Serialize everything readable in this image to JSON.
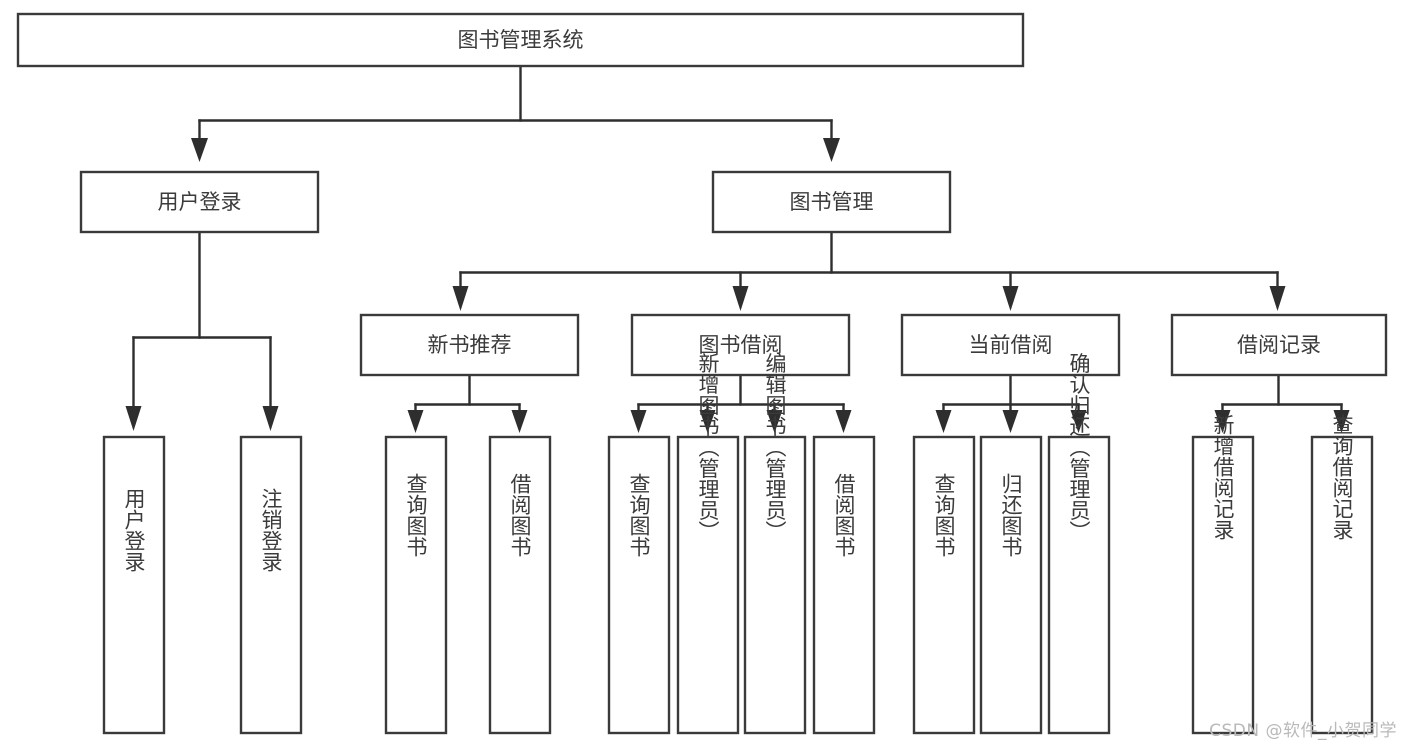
{
  "diagram": {
    "type": "tree-hierarchy",
    "title": "图书管理系统",
    "root": {
      "id": "root",
      "label": "图书管理系统",
      "orientation": "horizontal"
    },
    "level1": [
      {
        "id": "user-login",
        "label": "用户登录",
        "orientation": "horizontal"
      },
      {
        "id": "book-management",
        "label": "图书管理",
        "orientation": "horizontal"
      }
    ],
    "level2": [
      {
        "id": "new-book-recommend",
        "label": "新书推荐",
        "orientation": "horizontal",
        "parent": "book-management"
      },
      {
        "id": "book-borrow",
        "label": "图书借阅",
        "orientation": "horizontal",
        "parent": "book-management"
      },
      {
        "id": "current-borrow",
        "label": "当前借阅",
        "orientation": "horizontal",
        "parent": "book-management"
      },
      {
        "id": "borrow-record",
        "label": "借阅记录",
        "orientation": "horizontal",
        "parent": "book-management"
      }
    ],
    "leaves": [
      {
        "id": "leaf-user-login",
        "label": "用户登录",
        "orientation": "vertical",
        "parent": "user-login"
      },
      {
        "id": "leaf-logout-login",
        "label": "注销登录",
        "orientation": "vertical",
        "parent": "user-login"
      },
      {
        "id": "leaf-query-book-1",
        "label": "查询图书",
        "orientation": "vertical",
        "parent": "new-book-recommend"
      },
      {
        "id": "leaf-borrow-book-1",
        "label": "借阅图书",
        "orientation": "vertical",
        "parent": "new-book-recommend"
      },
      {
        "id": "leaf-query-book-2",
        "label": "查询图书",
        "orientation": "vertical",
        "parent": "book-borrow"
      },
      {
        "id": "leaf-add-book-admin",
        "label": "新增图书（管理员）",
        "orientation": "vertical",
        "parent": "book-borrow"
      },
      {
        "id": "leaf-edit-book-admin",
        "label": "编辑图书（管理员）",
        "orientation": "vertical",
        "parent": "book-borrow"
      },
      {
        "id": "leaf-borrow-book-2",
        "label": "借阅图书",
        "orientation": "vertical",
        "parent": "book-borrow"
      },
      {
        "id": "leaf-query-book-3",
        "label": "查询图书",
        "orientation": "vertical",
        "parent": "current-borrow"
      },
      {
        "id": "leaf-return-book",
        "label": "归还图书",
        "orientation": "vertical",
        "parent": "current-borrow"
      },
      {
        "id": "leaf-confirm-return-admin",
        "label": "确认归还（管理员）",
        "orientation": "vertical",
        "parent": "current-borrow"
      },
      {
        "id": "leaf-add-borrow-record",
        "label": "新增借阅记录",
        "orientation": "vertical",
        "parent": "borrow-record"
      },
      {
        "id": "leaf-query-borrow-record",
        "label": "查询借阅记录",
        "orientation": "vertical",
        "parent": "borrow-record"
      }
    ],
    "colors": {
      "box_fill": "#ffffff",
      "box_stroke": "#3a3a3a",
      "connector": "#2e2e2e",
      "text": "#3b3b3b",
      "background": "#ffffff",
      "watermark": "#b9b9b9"
    }
  },
  "watermark": {
    "text": "CSDN @软件_小贺同学"
  }
}
